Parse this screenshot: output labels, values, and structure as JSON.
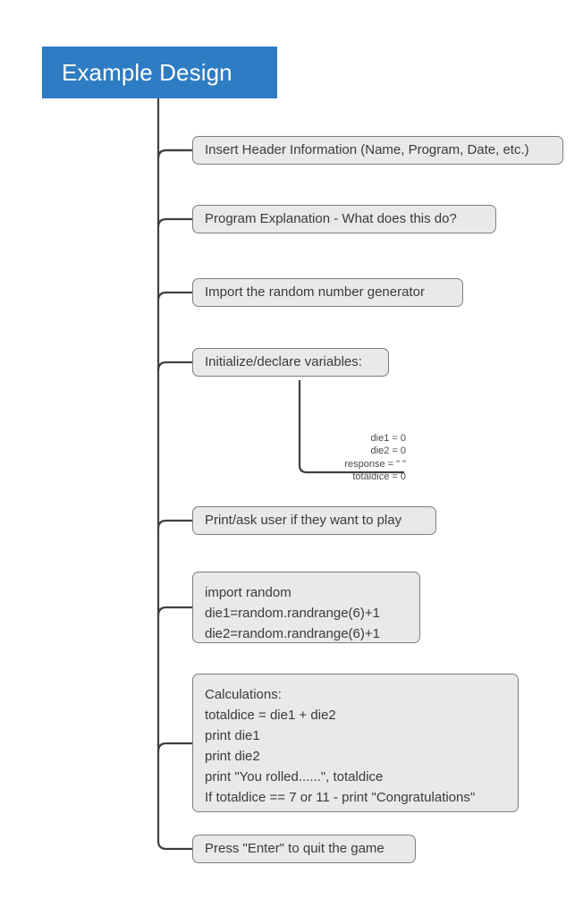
{
  "diagram": {
    "type": "mind-map",
    "title": "Example Design",
    "accent_color": "#2e7cc3",
    "node_fill": "#e9e9e9",
    "node_border": "#7d7d7d",
    "text_color": "#3b3b3b",
    "connector_color": "#404040",
    "root": {
      "label": "Example Design"
    },
    "branches": [
      {
        "id": "header-info",
        "label": "Insert Header Information (Name, Program, Date, etc.)"
      },
      {
        "id": "program-explanation",
        "label": "Program Explanation - What does this do?"
      },
      {
        "id": "import-rng",
        "label": "Import the random number generator"
      },
      {
        "id": "init-variables",
        "label": "Initialize/declare variables:",
        "child_text": "die1 = 0\ndie2 = 0\nresponse = \" \"\ntotaldice = 0"
      },
      {
        "id": "print-ask-user",
        "label": "Print/ask user if they want to play"
      },
      {
        "id": "random-rolls",
        "label": "import random\ndie1=random.randrange(6)+1\ndie2=random.randrange(6)+1"
      },
      {
        "id": "calculations",
        "label": "Calculations:\ntotaldice = die1 + die2\nprint die1\nprint die2\nprint \"You rolled......\", totaldice\nIf totaldice == 7 or 11 - print \"Congratulations\""
      },
      {
        "id": "quit-game",
        "label": "Press \"Enter\" to quit the game"
      }
    ]
  }
}
